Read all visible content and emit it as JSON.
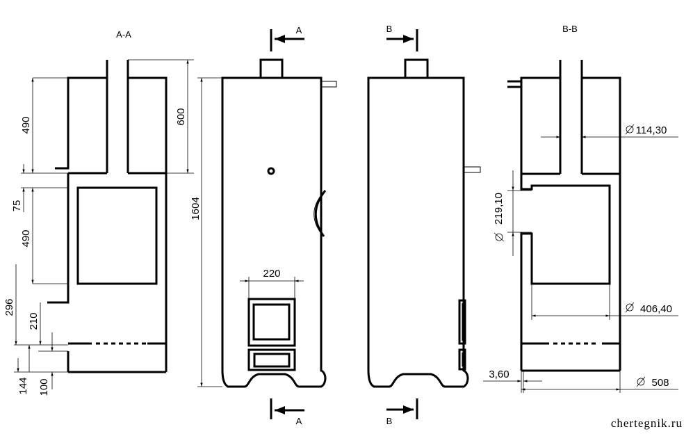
{
  "sections": {
    "aa_title": "A-A",
    "bb_title": "B-B",
    "cut_a_top": "A",
    "cut_a_bottom": "A",
    "cut_b_top": "B",
    "cut_b_bottom": "B"
  },
  "dimensions": {
    "d490_top": "490",
    "d600": "600",
    "d75": "75",
    "d490_mid": "490",
    "d296": "296",
    "d210": "210",
    "d144": "144",
    "d100": "100",
    "d1604": "1604",
    "d220": "220",
    "dia114": "114,30",
    "dia219": "219,10",
    "dia406": "406,40",
    "d3_60": "3,60",
    "dia508": "508"
  },
  "watermark": "chertegnik.ru",
  "colors": {
    "line": "#000000",
    "background": "#ffffff"
  }
}
